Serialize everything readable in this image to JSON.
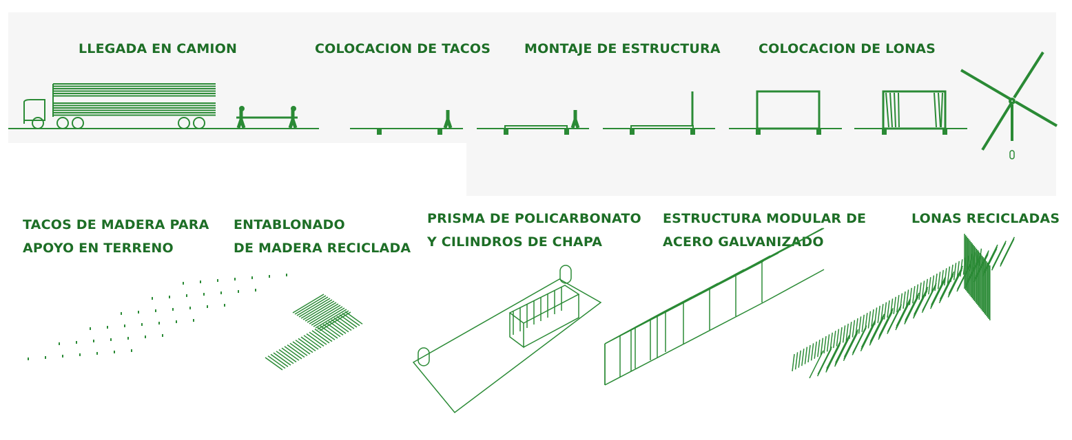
{
  "steps": {
    "s1": "LLEGADA EN CAMION",
    "s2": "COLOCACION DE TACOS",
    "s3": "MONTAJE DE ESTRUCTURA",
    "s4": "COLOCACION DE LONAS"
  },
  "components": {
    "c1": [
      "TACOS DE MADERA PARA",
      "APOYO EN TERRENO"
    ],
    "c2": [
      "ENTABLONADO",
      "DE MADERA RECICLADA"
    ],
    "c3": [
      "PRISMA DE POLICARBONATO",
      "Y CILINDROS DE CHAPA"
    ],
    "c4": [
      "ESTRUCTURA MODULAR DE",
      "ACERO GALVANIZADO"
    ],
    "c5": [
      "LONAS RECICLADAS"
    ]
  },
  "colors": {
    "green": "#1d6e26",
    "line": "#2a8a35",
    "band": "#f6f6f6"
  }
}
